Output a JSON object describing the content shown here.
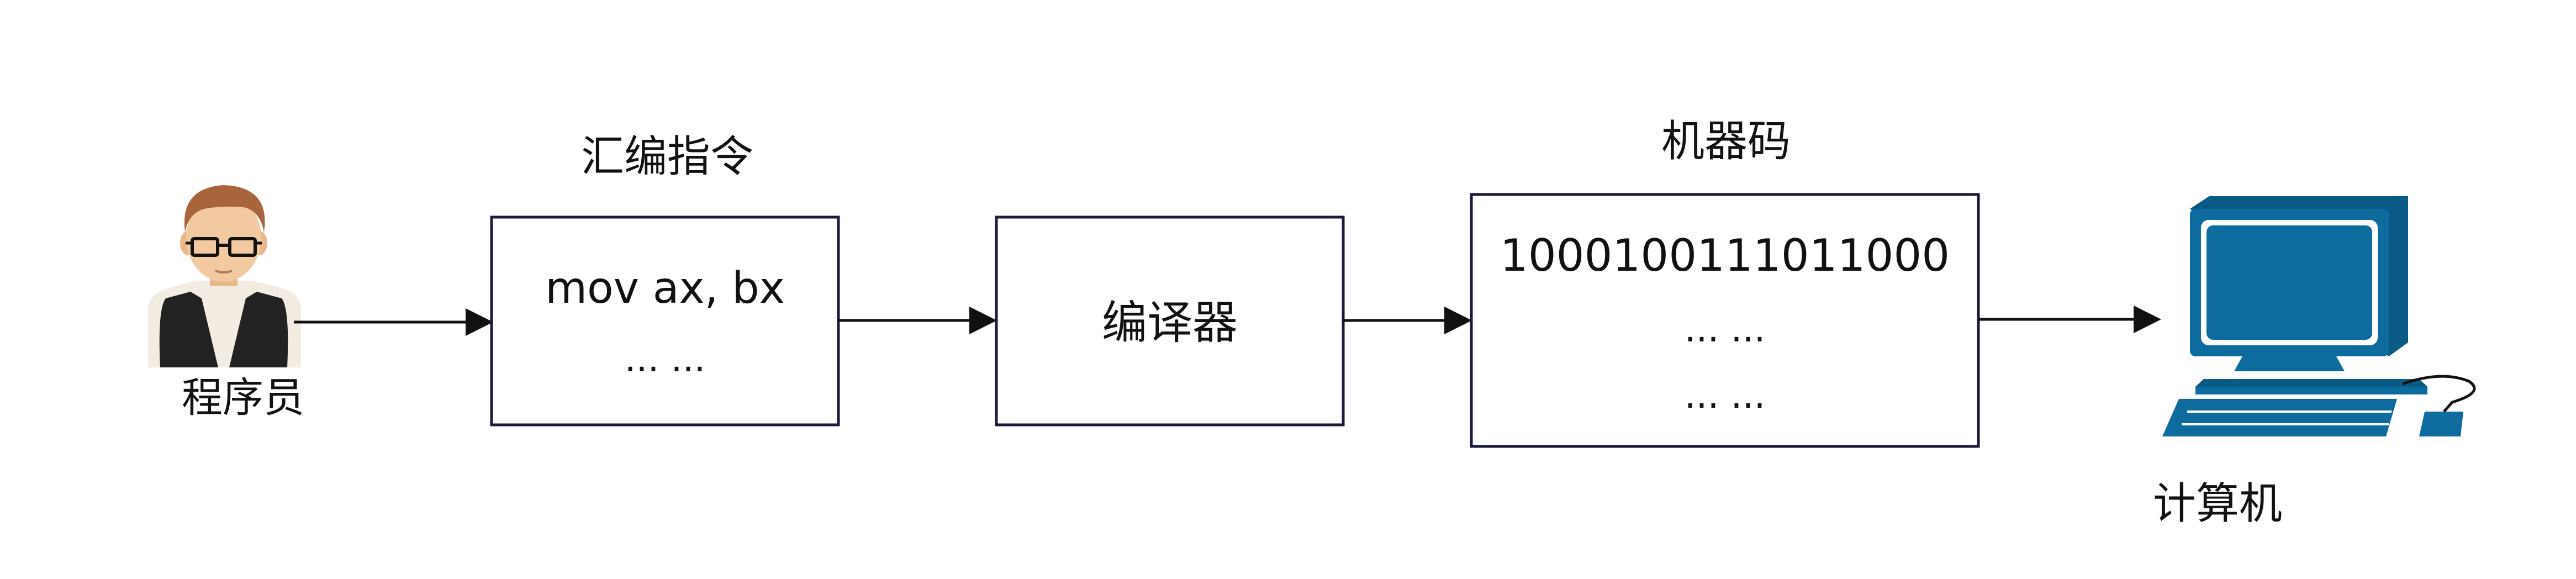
{
  "programmer": {
    "label": "程序员",
    "icon": "programmer-icon"
  },
  "assembly": {
    "heading": "汇编指令",
    "line1": "mov ax, bx",
    "line2": "... ..."
  },
  "compiler": {
    "label": "编译器"
  },
  "machine_code": {
    "heading": "机器码",
    "line1": "1000100111011000",
    "line2": "... ...",
    "line3": "... ..."
  },
  "computer": {
    "label": "计算机",
    "icon": "computer-icon"
  },
  "colors": {
    "box_border": "#1a1a3a",
    "arrow": "#111111",
    "computer_blue": "#0e6b9e",
    "skin": "#f2c9a0",
    "hair": "#a8643a",
    "vest": "#222222"
  }
}
